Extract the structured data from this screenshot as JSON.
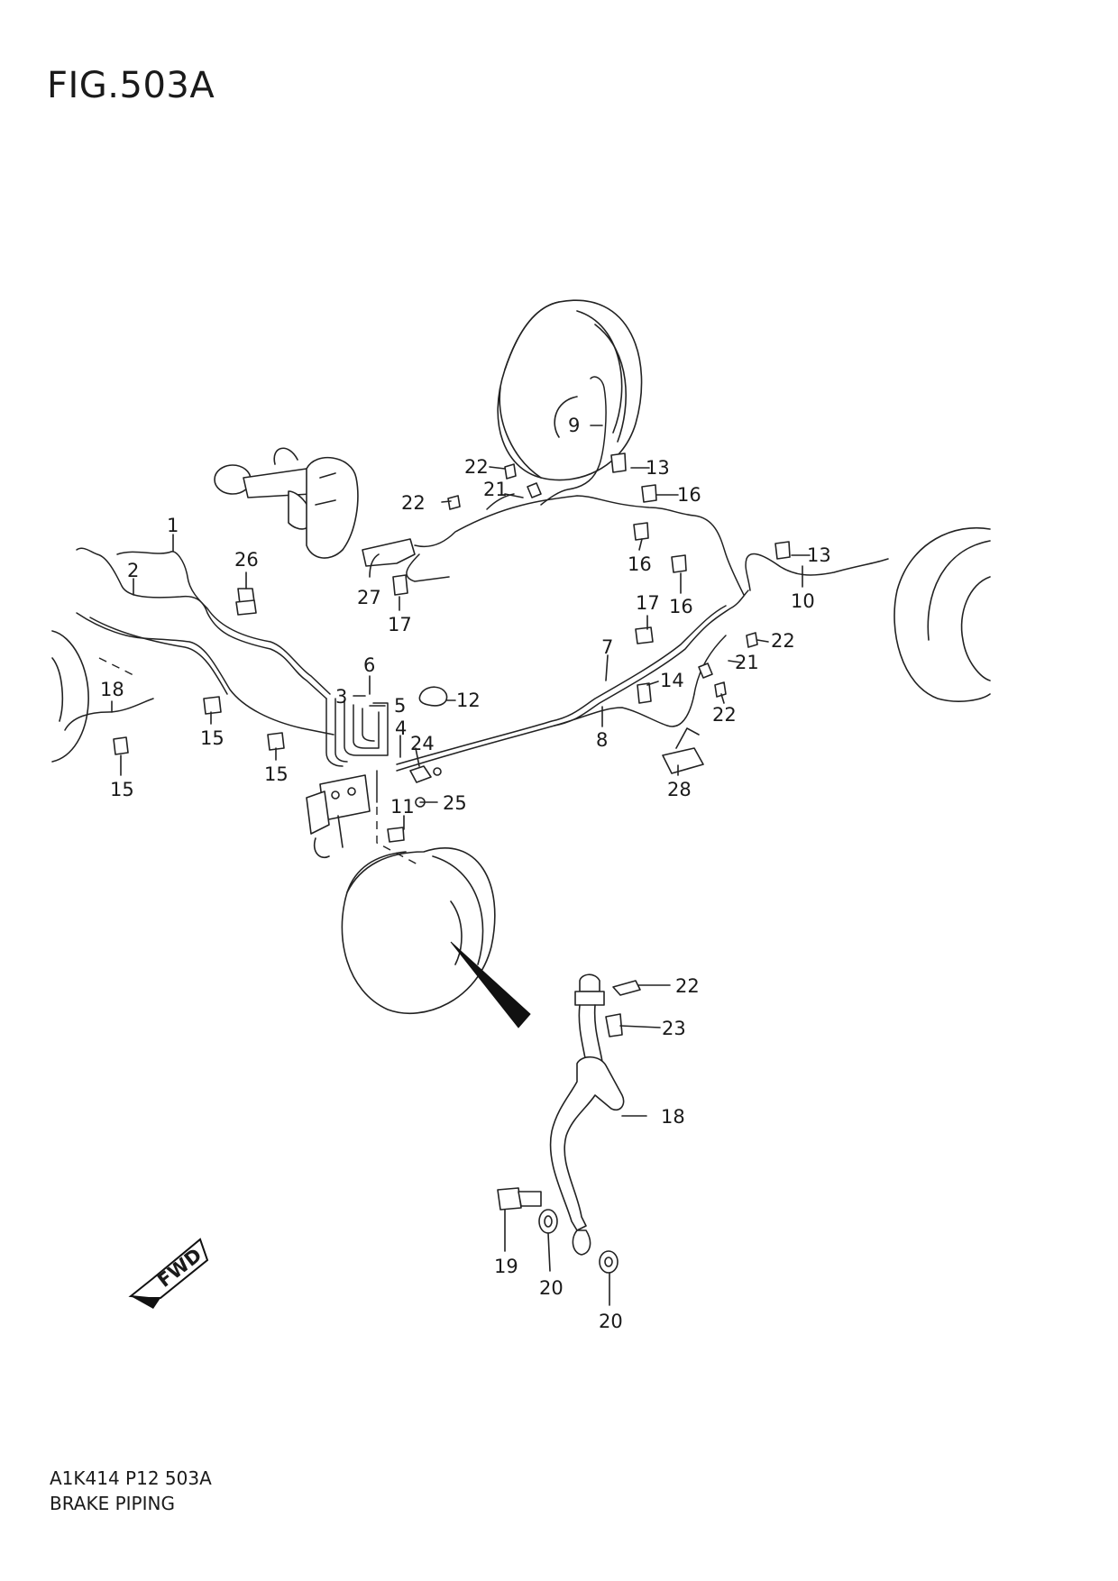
{
  "figure": {
    "title": "FIG.503A",
    "code": "A1K414 P12 503A",
    "name": "BRAKE PIPING",
    "fwd_label": "FWD"
  },
  "callouts": [
    {
      "id": "1",
      "label": "1"
    },
    {
      "id": "2",
      "label": "2"
    },
    {
      "id": "3",
      "label": "3"
    },
    {
      "id": "4",
      "label": "4"
    },
    {
      "id": "5",
      "label": "5"
    },
    {
      "id": "6",
      "label": "6"
    },
    {
      "id": "7",
      "label": "7"
    },
    {
      "id": "8",
      "label": "8"
    },
    {
      "id": "9",
      "label": "9"
    },
    {
      "id": "10",
      "label": "10"
    },
    {
      "id": "11",
      "label": "11"
    },
    {
      "id": "12",
      "label": "12"
    },
    {
      "id": "13a",
      "label": "13"
    },
    {
      "id": "13b",
      "label": "13"
    },
    {
      "id": "14",
      "label": "14"
    },
    {
      "id": "15a",
      "label": "15"
    },
    {
      "id": "15b",
      "label": "15"
    },
    {
      "id": "15c",
      "label": "15"
    },
    {
      "id": "16a",
      "label": "16"
    },
    {
      "id": "16b",
      "label": "16"
    },
    {
      "id": "16c",
      "label": "16"
    },
    {
      "id": "17a",
      "label": "17"
    },
    {
      "id": "17b",
      "label": "17"
    },
    {
      "id": "18a",
      "label": "18"
    },
    {
      "id": "18b",
      "label": "18"
    },
    {
      "id": "19",
      "label": "19"
    },
    {
      "id": "20a",
      "label": "20"
    },
    {
      "id": "20b",
      "label": "20"
    },
    {
      "id": "21a",
      "label": "21"
    },
    {
      "id": "21b",
      "label": "21"
    },
    {
      "id": "22a",
      "label": "22"
    },
    {
      "id": "22b",
      "label": "22"
    },
    {
      "id": "22c",
      "label": "22"
    },
    {
      "id": "22d",
      "label": "22"
    },
    {
      "id": "22e",
      "label": "22"
    },
    {
      "id": "23",
      "label": "23"
    },
    {
      "id": "24",
      "label": "24"
    },
    {
      "id": "25",
      "label": "25"
    },
    {
      "id": "26",
      "label": "26"
    },
    {
      "id": "27",
      "label": "27"
    },
    {
      "id": "28",
      "label": "28"
    }
  ]
}
